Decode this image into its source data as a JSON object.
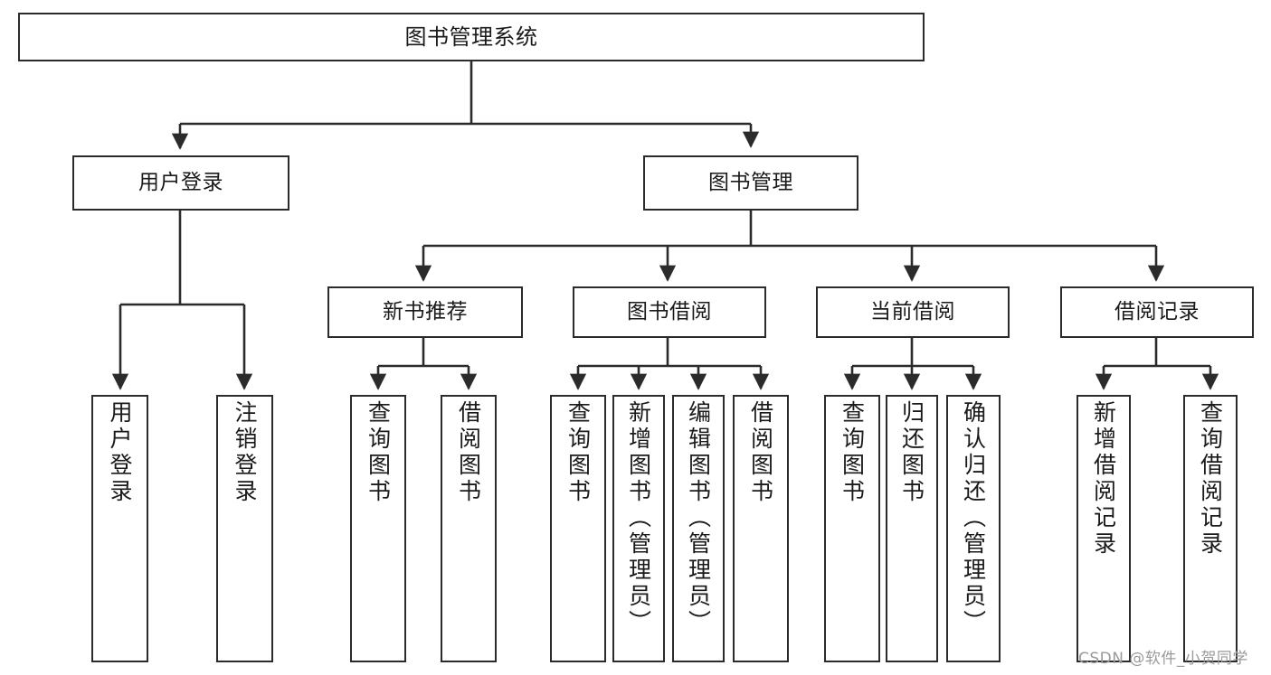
{
  "diagram": {
    "type": "tree-hierarchy",
    "title": "图书管理系统",
    "nodes": {
      "root": {
        "label": "图书管理系统"
      },
      "level2": [
        {
          "id": "user-login",
          "label": "用户登录"
        },
        {
          "id": "book-management",
          "label": "图书管理"
        }
      ],
      "level3": [
        {
          "id": "new-book-recommend",
          "label": "新书推荐",
          "parent": "book-management"
        },
        {
          "id": "book-borrow",
          "label": "图书借阅",
          "parent": "book-management"
        },
        {
          "id": "current-borrow",
          "label": "当前借阅",
          "parent": "book-management"
        },
        {
          "id": "borrow-record",
          "label": "借阅记录",
          "parent": "book-management"
        }
      ],
      "leaves": [
        {
          "id": "leaf-user-login",
          "label": "用户登录",
          "parent": "user-login"
        },
        {
          "id": "leaf-logout-login",
          "label": "注销登录",
          "parent": "user-login"
        },
        {
          "id": "leaf-query-book-1",
          "label": "查询图书",
          "parent": "new-book-recommend"
        },
        {
          "id": "leaf-borrow-book-1",
          "label": "借阅图书",
          "parent": "new-book-recommend"
        },
        {
          "id": "leaf-query-book-2",
          "label": "查询图书",
          "parent": "book-borrow"
        },
        {
          "id": "leaf-add-book",
          "label": "新增图书（管理员）",
          "parent": "book-borrow"
        },
        {
          "id": "leaf-edit-book",
          "label": "编辑图书（管理员）",
          "parent": "book-borrow"
        },
        {
          "id": "leaf-borrow-book-2",
          "label": "借阅图书",
          "parent": "book-borrow"
        },
        {
          "id": "leaf-query-book-3",
          "label": "查询图书",
          "parent": "current-borrow"
        },
        {
          "id": "leaf-return-book",
          "label": "归还图书",
          "parent": "current-borrow"
        },
        {
          "id": "leaf-confirm-return",
          "label": "确认归还（管理员）",
          "parent": "current-borrow"
        },
        {
          "id": "leaf-add-record",
          "label": "新增借阅记录",
          "parent": "borrow-record"
        },
        {
          "id": "leaf-query-record",
          "label": "查询借阅记录",
          "parent": "borrow-record"
        }
      ]
    },
    "colors": {
      "stroke": "#2b2b2b",
      "fill": "#ffffff",
      "text": "#1a1a1a",
      "watermark": "#9a9a9a"
    }
  },
  "watermark": {
    "text": "CSDN @软件_小贺同学"
  }
}
